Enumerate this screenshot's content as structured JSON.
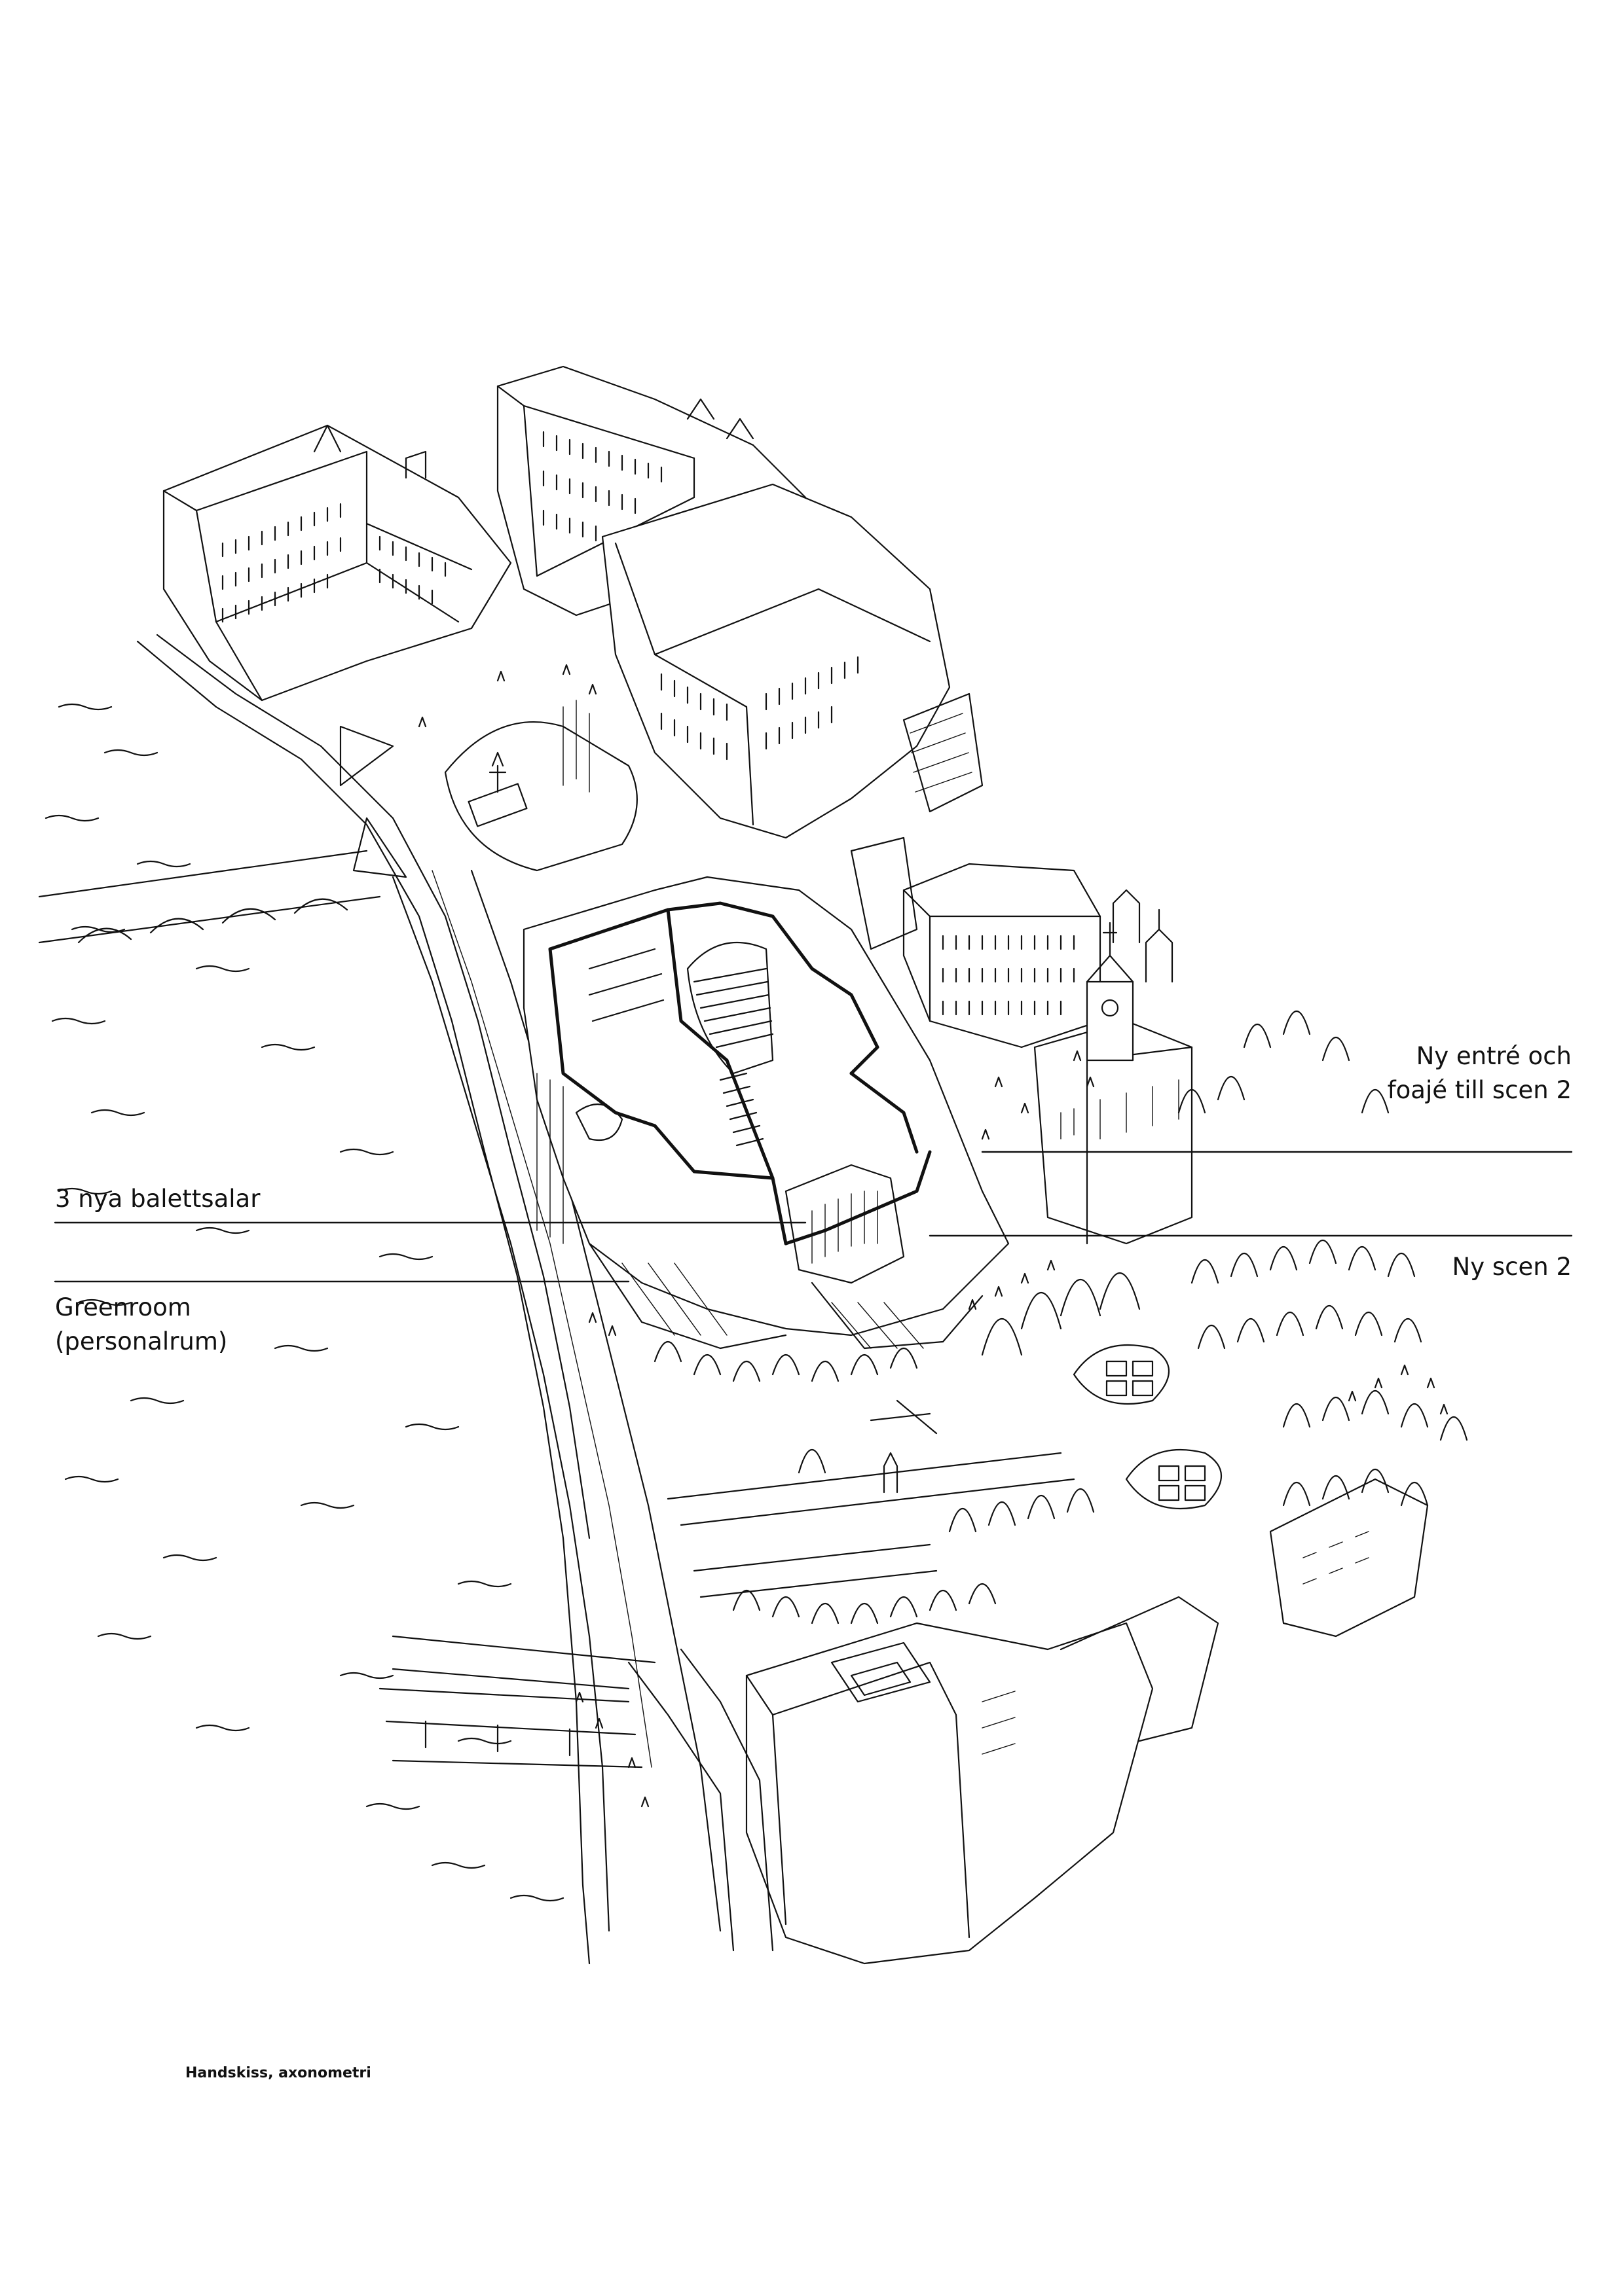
{
  "annotations": {
    "entrance_line1": "Ny entré och",
    "entrance_line2": "foajé till scen 2",
    "ballet": "3 nya balettsalar",
    "stage": "Ny scen 2",
    "greenroom_line1": "Greenroom",
    "greenroom_line2": "(personalrum)"
  },
  "caption": "Handskiss, axonometri",
  "colors": {
    "ink": "#111111",
    "background": "#ffffff"
  }
}
